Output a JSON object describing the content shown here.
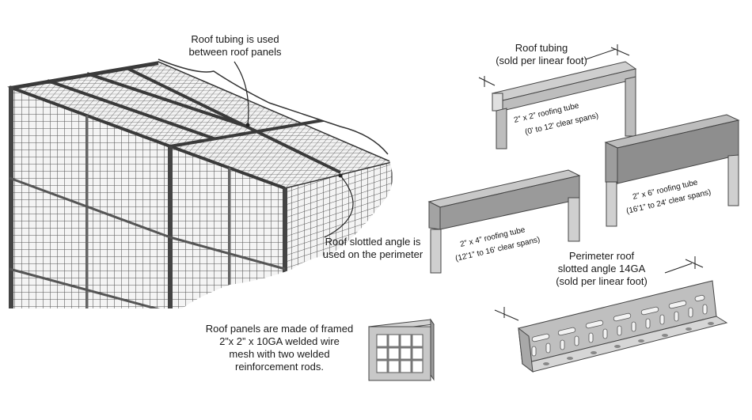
{
  "labels": {
    "roof_tubing_callout": [
      "Roof tubing is used",
      "between roof panels"
    ],
    "slotted_angle_callout": [
      "Roof slottled angle is",
      "used on the perimeter"
    ],
    "roof_tubing_header": [
      "Roof tubing",
      "(sold per linear foot)"
    ],
    "perimeter_header": [
      "Perimeter roof",
      "slotted angle 14GA",
      "(sold per linear foot)"
    ],
    "panels_note": [
      "Roof panels are made of framed",
      "2”x 2” x 10GA welded wire",
      "mesh with two welded",
      "reinforcement rods."
    ]
  },
  "tubes": {
    "tube_2x2": [
      "2” x 2” roofing tube",
      "(0' to 12' clear spans)"
    ],
    "tube_2x6": [
      "2” x 6” roofing tube",
      "(16'1” to 24' clear spans)"
    ],
    "tube_2x4": [
      "2” x 4” roofing tube",
      "(12'1” to 16' clear spans)"
    ]
  }
}
